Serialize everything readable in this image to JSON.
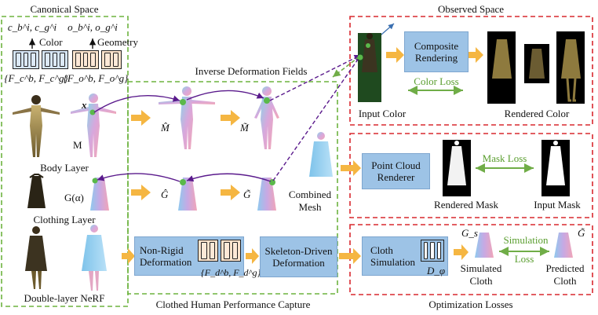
{
  "canonical": {
    "title": "Canonical Space",
    "color_out": "c_b^i, c_g^i",
    "geom_out": "o_b^i, o_g^i",
    "color_label": "Color",
    "geometry_label": "Geometry",
    "color_feat": "{F_c^b, F_c^g}",
    "geom_feat": "{F_o^b, F_o^g}",
    "x_label": "x",
    "body_mesh": "M",
    "body_layer": "Body Layer",
    "cloth_mesh": "G(α)",
    "clothing_layer": "Clothing Layer",
    "double_layer": "Double-layer NeRF"
  },
  "capture": {
    "title": "Clothed Human Performance Capture",
    "inverse": "Inverse Deformation Fields",
    "m_hat": "M̂",
    "m_tilde": "M̃",
    "g_hat": "Ĝ",
    "g_tilde": "G̃",
    "combined_1": "Combined",
    "combined_2": "Mesh",
    "nonrigid_1": "Non-Rigid",
    "nonrigid_2": "Deformation",
    "nonrigid_feat": "{F_d^b, F_d^g}",
    "skeleton_1": "Skeleton-Driven",
    "skeleton_2": "Deformation"
  },
  "observed": {
    "title": "Observed Space",
    "composite_1": "Composite",
    "composite_2": "Rendering",
    "color_loss": "Color Loss",
    "input_color": "Input Color",
    "rendered_color": "Rendered Color",
    "pcr_1": "Point Cloud",
    "pcr_2": "Renderer",
    "mask_loss": "Mask Loss",
    "rendered_mask": "Rendered Mask",
    "input_mask": "Input Mask"
  },
  "optimization": {
    "title": "Optimization Losses",
    "cloth_1": "Cloth",
    "cloth_2": "Simulation",
    "d_phi": "D_φ",
    "g_s": "G_s",
    "sim_loss_1": "Simulation",
    "sim_loss_2": "Loss",
    "simulated_1": "Simulated",
    "simulated_2": "Cloth",
    "g_tilde": "G̃",
    "predicted_1": "Predicted",
    "predicted_2": "Cloth"
  },
  "colors": {
    "green_dash": "#6db33f",
    "red_dash": "#d9282f",
    "box_blue": "#9dc3e6",
    "arrow_orange": "#f5b642",
    "loss_green": "#70ad47",
    "purple_arrow": "#5a1a8c"
  }
}
